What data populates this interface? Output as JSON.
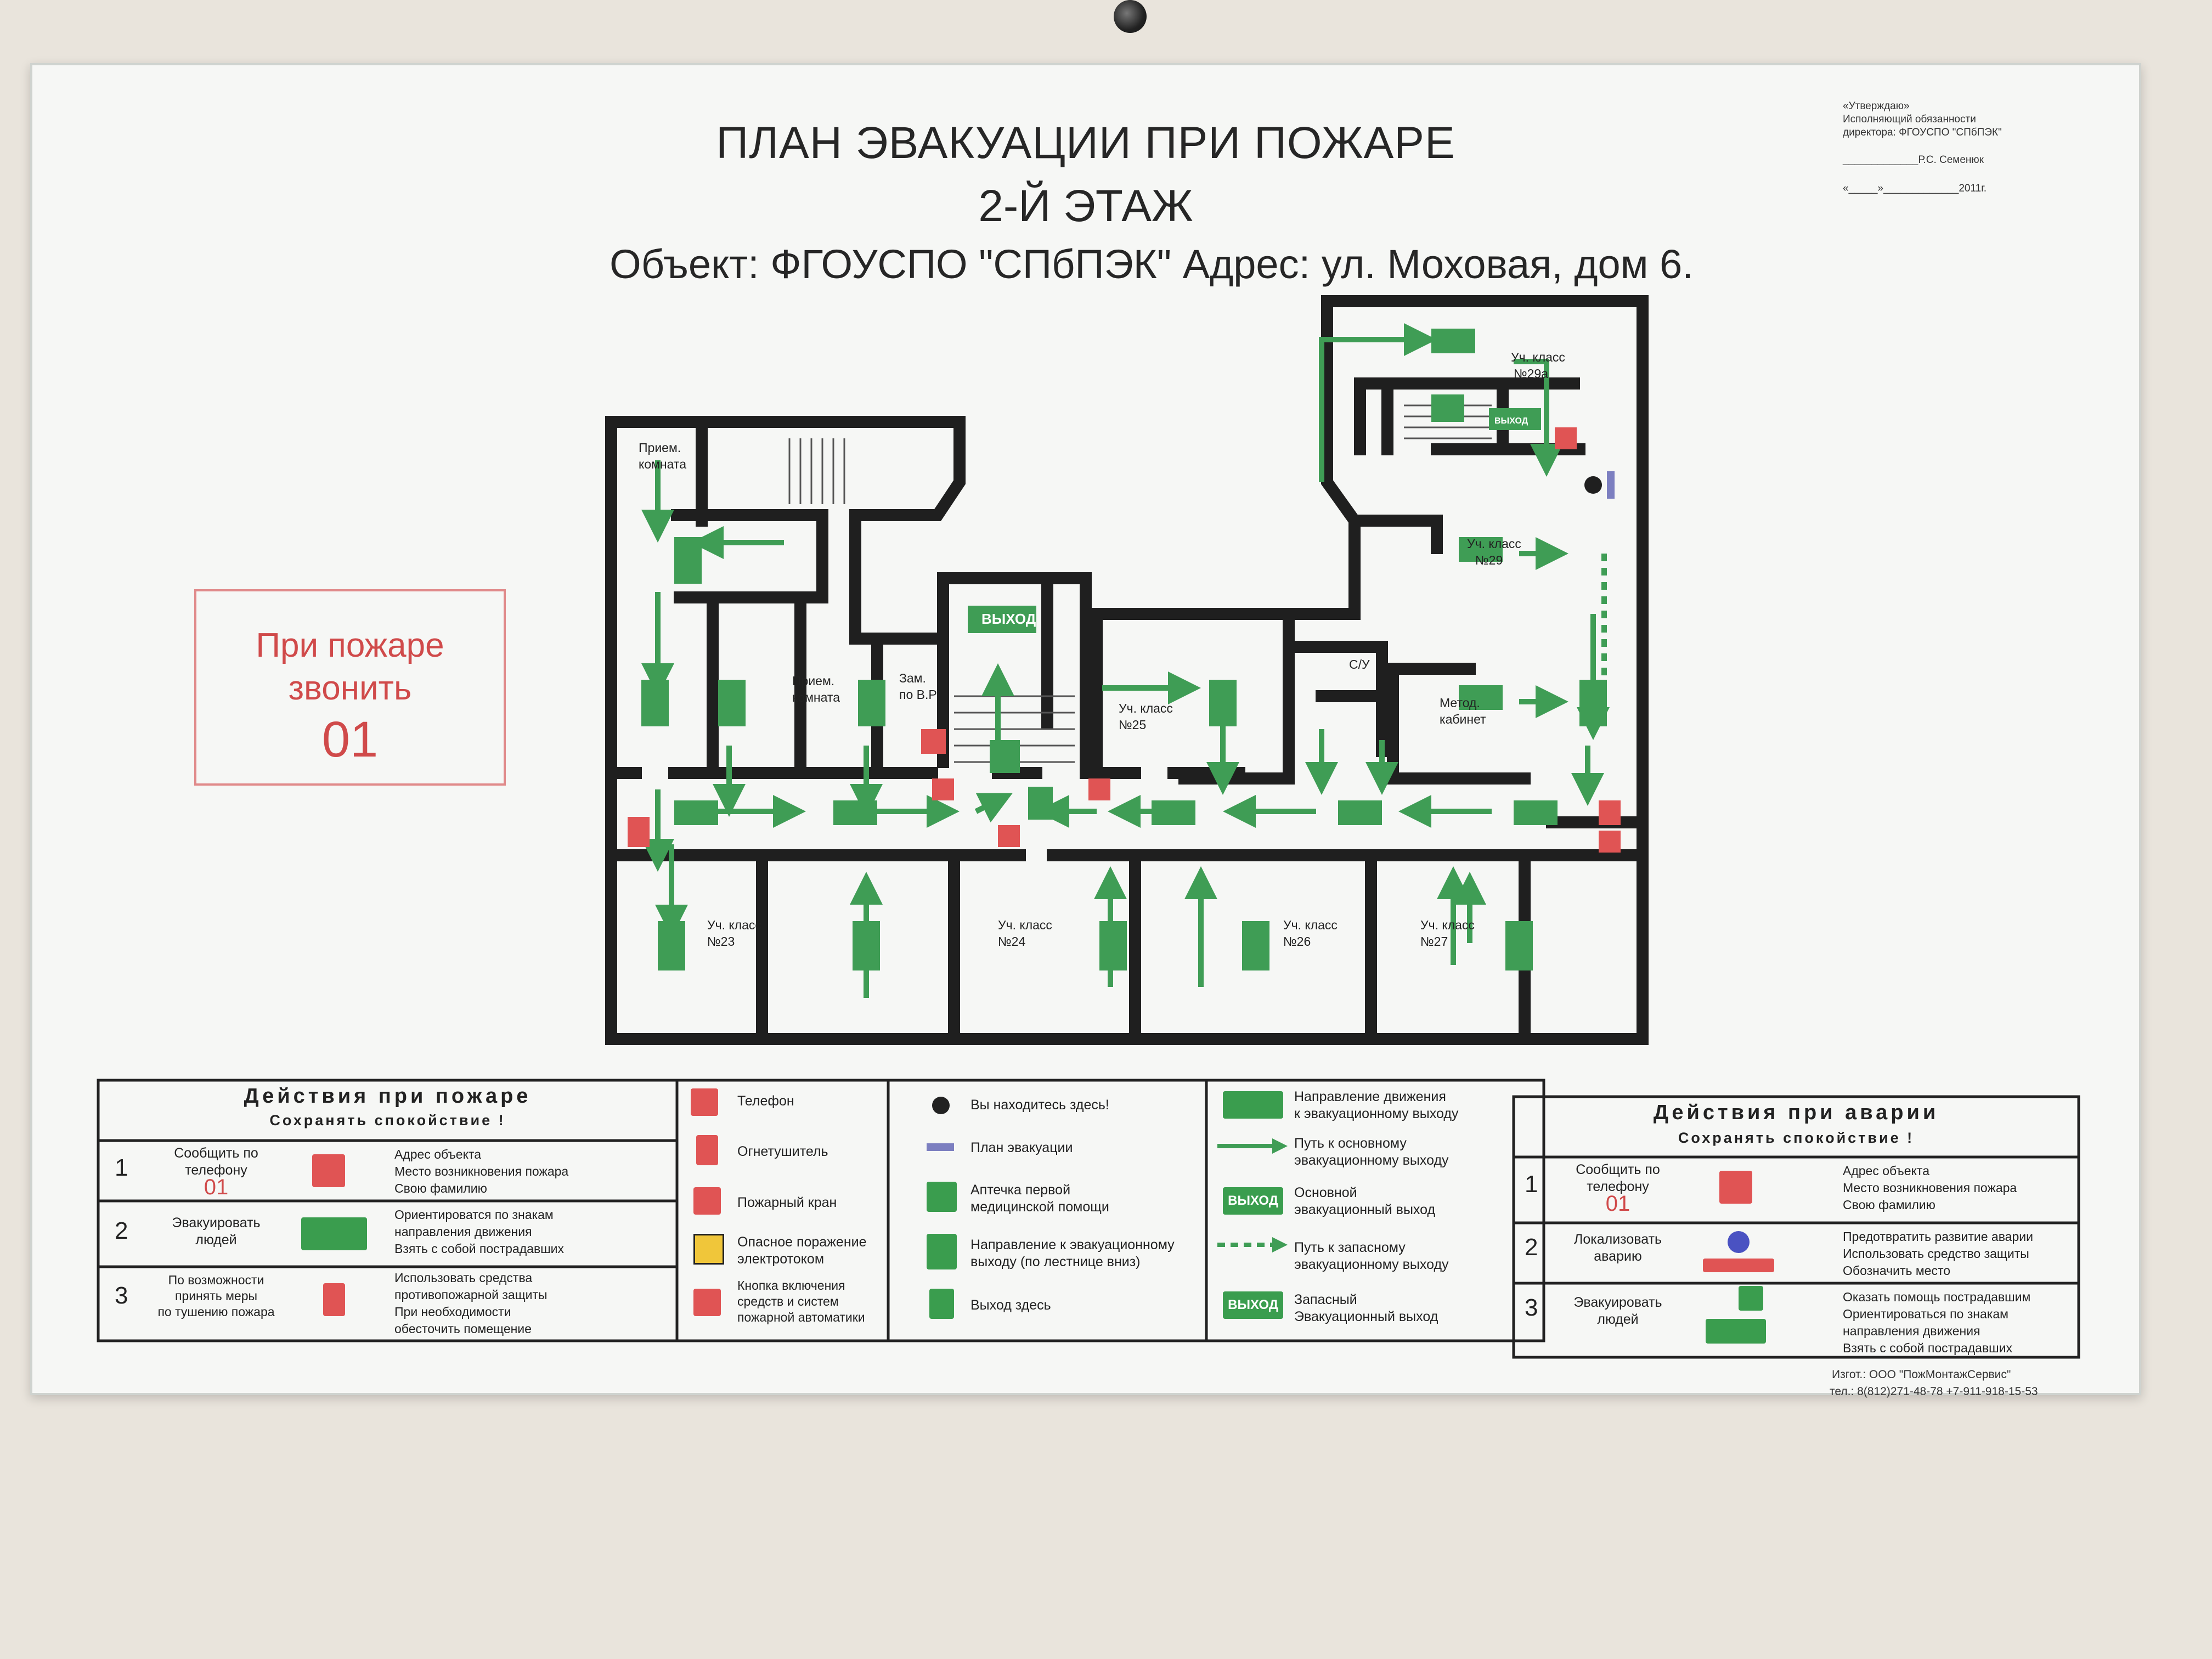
{
  "header": {
    "title": "ПЛАН ЭВАКУАЦИИ ПРИ ПОЖАРЕ",
    "floor": "2-Й ЭТАЖ",
    "object_line": "Объект: ФГОУСПО \"СПбПЭК\"  Адрес: ул. Моховая, дом 6."
  },
  "approval": {
    "line1": "«Утверждаю»",
    "line2": "Исполняющий обязанности",
    "line3": "директора: ФГОУСПО \"СПбПЭК\"",
    "line4": "_____________Р.С. Семенюк",
    "line5": "«_____»_____________2011г."
  },
  "call_box": {
    "line1": "При пожаре",
    "line2": "звонить",
    "number": "01"
  },
  "rooms": {
    "priem_top_1": "Прием.",
    "priem_top_2": "комната",
    "priem_mid_1": "Прием.",
    "priem_mid_2": "комната",
    "zam_1": "Зам.",
    "zam_2": "по В.Р",
    "exit_sign": "ВЫХОД",
    "class25_1": "Уч. класс",
    "class25_2": "№25",
    "su": "С/У",
    "metod_1": "Метод.",
    "metod_2": "кабинет",
    "class29_1": "Уч. класс",
    "class29_2": "№29",
    "class29a_1": "Уч. класс",
    "class29a_2": "№29а",
    "reserve_exit": "ВЫХОД",
    "class23_1": "Уч. класс",
    "class23_2": "№23",
    "class24_1": "Уч. класс",
    "class24_2": "№24",
    "class26_1": "Уч. класс",
    "class26_2": "№26",
    "class27_1": "Уч. класс",
    "class27_2": "№27"
  },
  "fire_actions": {
    "heading": "Действия при пожаре",
    "subheading": "Сохранять спокойствие !",
    "steps": [
      {
        "num": "1",
        "label1": "Сообщить по",
        "label2": "телефону",
        "number": "01",
        "bullets": [
          "Адрес объекта",
          "Место возникновения пожара",
          "Свою фамилию"
        ]
      },
      {
        "num": "2",
        "label1": "Эвакуировать",
        "label2": "людей",
        "bullets": [
          "Ориентироватся по знакам",
          "направления движения",
          "Взять с собой пострадавших"
        ]
      },
      {
        "num": "3",
        "label1": "По возможности",
        "label2": "принять меры",
        "label3": "по тушению пожара",
        "bullets": [
          "Использовать средства",
          "противопожарной защиты",
          "При необходимости",
          "обесточить помещение"
        ]
      }
    ]
  },
  "legend": {
    "col1": [
      "Телефон",
      "Огнетушитель",
      "Пожарный кран",
      "Опасное поражение",
      "электротоком",
      "Кнопка включения",
      "средств и систем",
      "пожарной автоматики"
    ],
    "col2": [
      "Вы находитесь здесь!",
      "План эвакуации",
      "Аптечка первой",
      "медицинской помощи",
      "Направление к эвакуационному",
      "выходу (по лестнице вниз)",
      "Выход здесь"
    ],
    "col3": [
      "Направление движения",
      "к эвакуационному выходу",
      "Путь к основному",
      "эвакуационному выходу",
      "Основной",
      "эвакуационный выход",
      "Путь к запасному",
      "эвакуационному выходу",
      "Запасный",
      "Эвакуационный выход"
    ],
    "exit_word": "ВЫХОД"
  },
  "accident_actions": {
    "heading": "Действия при аварии",
    "subheading": "Сохранять спокойствие !",
    "steps": [
      {
        "num": "1",
        "label1": "Сообщить по",
        "label2": "телефону",
        "number": "01",
        "bullets": [
          "Адрес объекта",
          "Место возникновения пожара",
          "Свою фамилию"
        ]
      },
      {
        "num": "2",
        "label1": "Локализовать",
        "label2": "аварию",
        "bullets": [
          "Предотвратить развитие аварии",
          "Использовать средство защиты",
          "Обозначить место"
        ]
      },
      {
        "num": "3",
        "label1": "Эвакуировать",
        "label2": "людей",
        "bullets": [
          "Оказать помощь пострадавшим",
          "Ориентироваться по знакам",
          "направления движения",
          "Взять с собой пострадавших"
        ]
      }
    ]
  },
  "footer": {
    "maker": "Изгот.: ООО \"ПожМонтажСервис\"",
    "phones": "тел.: 8(812)271-48-78   +7-911-918-15-53"
  },
  "colors": {
    "wall": "#1f1f1f",
    "route": "#3f9d55",
    "sign_red": "#e05454",
    "text_red": "#d04a4a"
  }
}
